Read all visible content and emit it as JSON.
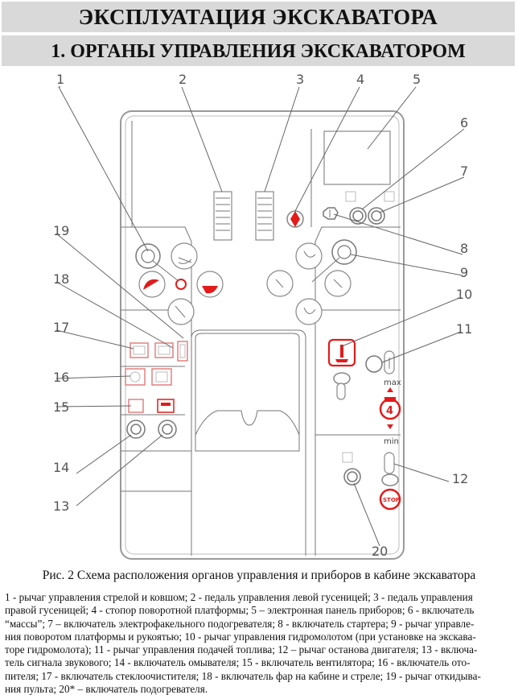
{
  "header": {
    "title": "ЭКСПЛУАТАЦИЯ ЭКСКАВАТОРА",
    "subtitle": "1. ОРГАНЫ УПРАВЛЕНИЯ ЭКСКАВАТОРОМ"
  },
  "figure": {
    "callouts": [
      "1",
      "2",
      "3",
      "4",
      "5",
      "6",
      "7",
      "8",
      "9",
      "10",
      "11",
      "12",
      "13",
      "14",
      "15",
      "16",
      "17",
      "18",
      "19",
      "20"
    ],
    "panel_text": {
      "max": "max",
      "min": "min",
      "stop": "STOP"
    }
  },
  "caption": "Рис. 2 Схема расположения органов управления и приборов в кабине экскаватора",
  "legend": [
    "1 - рычаг управления стрелой и ковшом; 2 - педаль управления левой гусеницей; 3 - педаль управления",
    "правой гусеницей; 4 - стопор поворотной платформы; 5 – электронная панель приборов; 6 - включатель",
    "“массы”; 7 – включатель электрофакельного подогревателя; 8 - включатель стартера; 9 - рычаг управле-",
    "ния поворотом платформы и рукоятью; 10 - рычаг управления гидромолотом (при установке на экскава-",
    "торе гидромолота); 11 - рычаг управления подачей топлива; 12 – рычаг останова двигателя; 13 - включа-",
    "тель сигнала звукового; 14 - включатель омывателя; 15 - включатель вентилятора; 16 - включатель ото-",
    "пителя; 17 - включатель стеклоочистителя; 18 - включатель фар на кабине и стреле; 19 - рычаг откидыва-",
    "ния пульта; 20* – включатель подогревателя."
  ]
}
